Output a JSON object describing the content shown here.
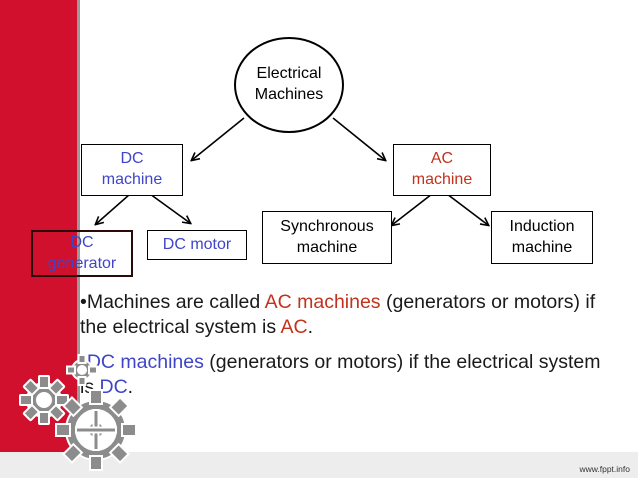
{
  "colors": {
    "accent_red": "#d1102e",
    "ac_text": "#c2321c",
    "dc_text": "#3f45c8",
    "body_text": "#1a1a1a"
  },
  "diagram": {
    "root": "Electrical\nMachines",
    "dc": "DC\nmachine",
    "ac": "AC\nmachine",
    "dc_generator": "DC\ngenerator",
    "dc_motor": "DC  motor",
    "synchronous": "Synchronous\nmachine",
    "induction": "Induction\nmachine"
  },
  "bullets": [
    {
      "parts": [
        {
          "text": "•Machines are called ",
          "color": "body"
        },
        {
          "text": "AC machines",
          "color": "ac"
        },
        {
          "text": " (generators or motors) if the electrical system is ",
          "color": "body"
        },
        {
          "text": "AC",
          "color": "ac"
        },
        {
          "text": ".",
          "color": "body"
        }
      ]
    },
    {
      "parts": [
        {
          "text": "•DC machines",
          "color": "dc"
        },
        {
          "text": " (generators or motors) if the electrical system is ",
          "color": "body"
        },
        {
          "text": "DC",
          "color": "dc"
        },
        {
          "text": ".",
          "color": "body"
        }
      ]
    }
  ],
  "decorations": {
    "gears_icon": "gear-icon"
  },
  "footer": "www.fppt.info"
}
